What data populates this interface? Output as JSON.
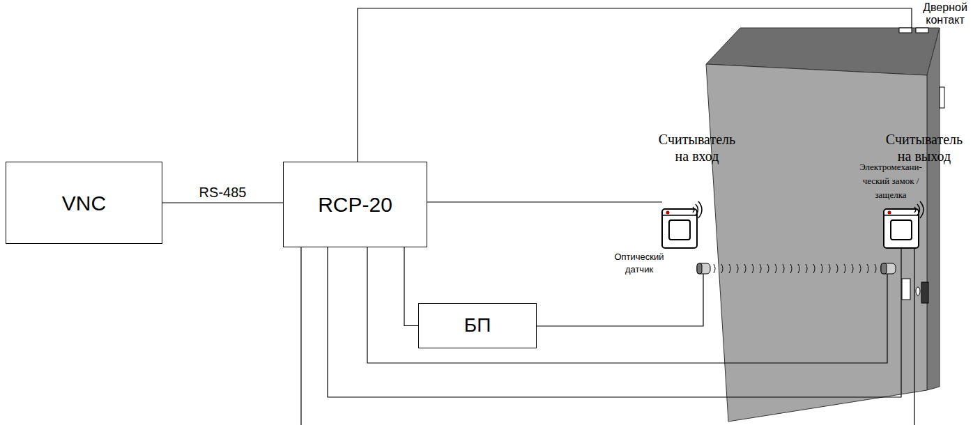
{
  "diagram": {
    "nodes": [
      {
        "text": [
          "VNC"
        ]
      },
      {
        "text": [
          "RCP-20"
        ]
      },
      {
        "text": [
          "БП"
        ]
      }
    ],
    "edges": [
      {
        "from": 0,
        "to": 1,
        "arrow": "none",
        "label": "RS-485"
      },
      {
        "from": 1,
        "to": 2,
        "arrow": "none"
      }
    ],
    "labels": [
      "Дверной контакт",
      "Считыватель на вход",
      "Считыватель на выход",
      "Электромехани- ческий замок /защелка",
      "Оптический датчик"
    ]
  }
}
